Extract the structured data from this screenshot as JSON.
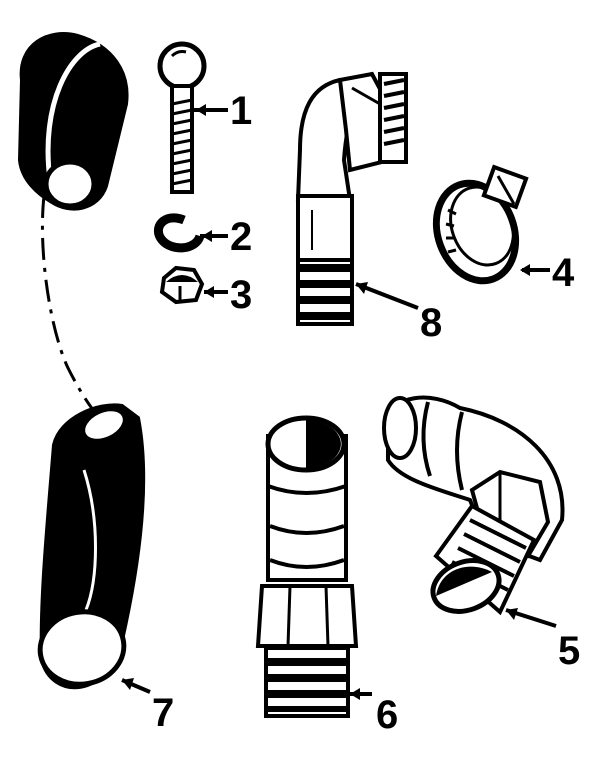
{
  "callouts": {
    "bolt": "1",
    "lock_washer": "2",
    "nut": "3",
    "hose_clamp": "4",
    "elbow_fitting_large": "5",
    "straight_barb_fitting": "6",
    "hose": "7",
    "elbow_fitting_small": "8"
  },
  "colors": {
    "ink": "#000000",
    "paper": "#ffffff"
  }
}
